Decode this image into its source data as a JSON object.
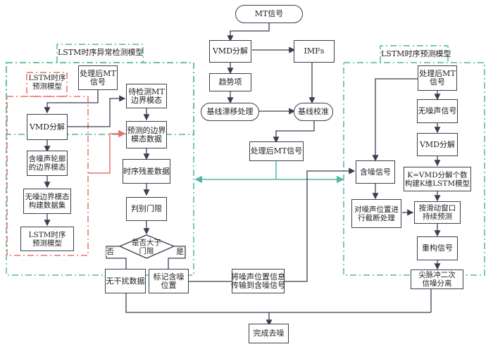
{
  "top": {
    "mt_signal": "MT信号",
    "vmd": "VMD分解",
    "imfs": "IMFs",
    "trend": "趋势项",
    "baseline_drift": "基线漂移处理",
    "baseline_correct": "基线校准",
    "processed_signal": "处理后MT信号"
  },
  "left": {
    "title": "LSTM时序异常检测模型",
    "sub_title": "LSTM时序\n预测模型",
    "processed": "处理后MT\n信号",
    "vmd": "VMD分解",
    "noisy_modes": "含噪声轮廓\n的边界模态",
    "clean_dataset": "无噪边界模态\n构建数据集",
    "lstm_model": "LSTM时序\n预测模型",
    "to_detect": "待检测MT\n边界模态",
    "predicted": "预测的边界\n模态数据",
    "residual": "时序残差数据",
    "threshold": "判别门限",
    "decision": "是否大于\n门限",
    "no": "否",
    "yes": "是",
    "clean_data": "无干扰数据",
    "mark_noise": "标记含噪\n位置"
  },
  "middle": {
    "transfer": "将噪声位置信息\n传输到含噪信号",
    "done": "完成去噪"
  },
  "right": {
    "title": "LSTM时序预测模型",
    "processed": "处理后MT\n信号",
    "noise_free": "无噪声信号",
    "vmd": "VMD分解",
    "k_model": "K=VMD分解个数\n构建K维LSTM模型",
    "noisy_signal": "含噪信号",
    "truncate": "对噪声位置进\n行截断处理",
    "sliding": "按滑动窗口\n持续预测",
    "reconstruct": "重构信号",
    "spike": "尖脉冲二次\n信噪分离"
  },
  "colors": {
    "teal": "#4fb8a2",
    "red": "#e8706a",
    "line": "#3a3f50"
  }
}
